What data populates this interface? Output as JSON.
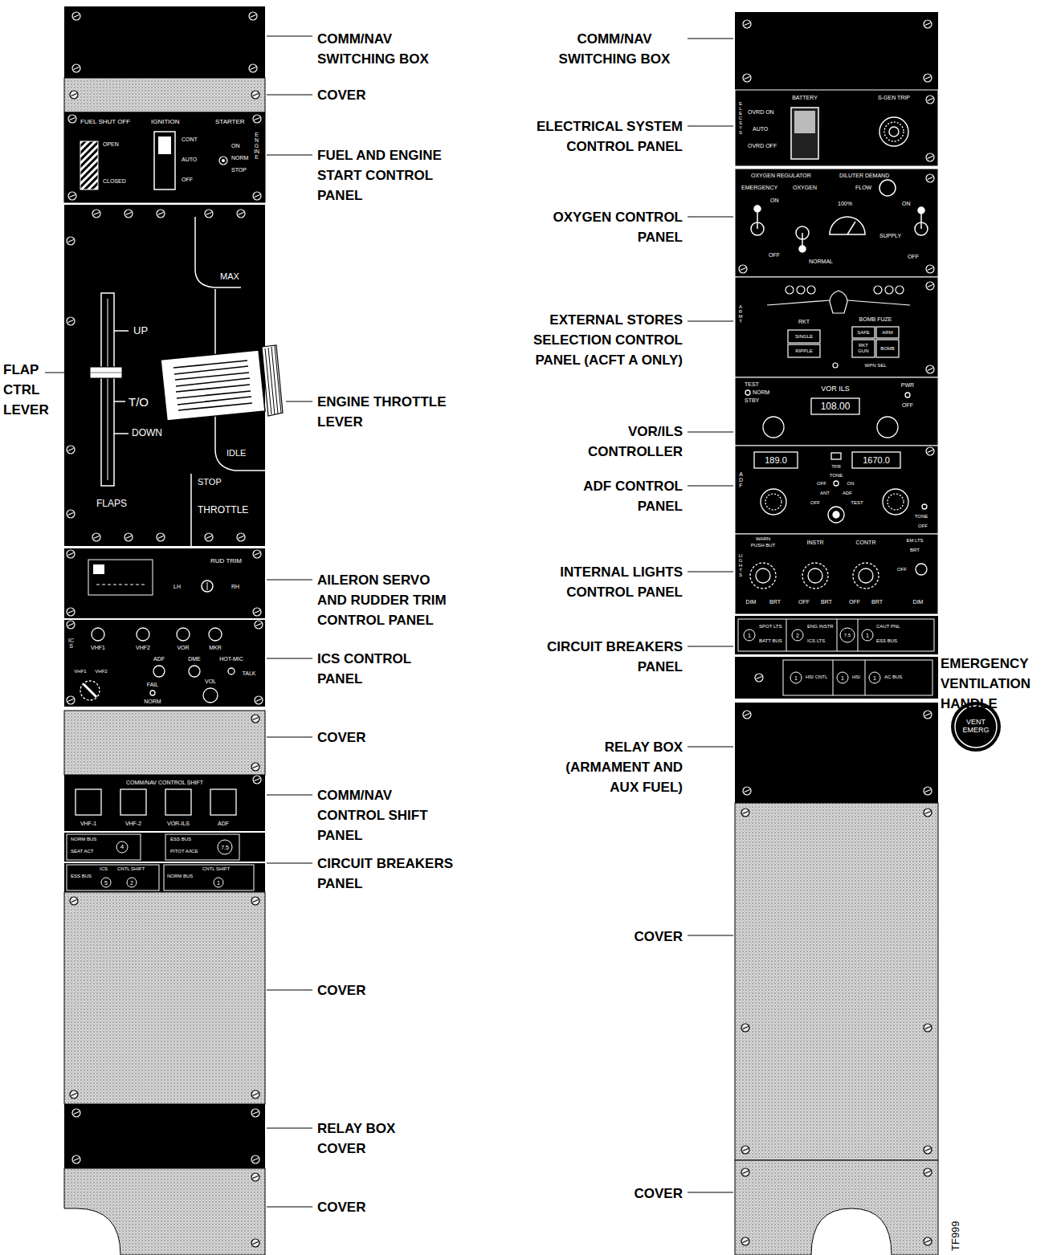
{
  "diagram": {
    "nodes": [
      {
        "text": [
          "FUEL SHUT OFF",
          "OPEN",
          "CLOSED",
          "IGNITION",
          "CONT",
          "AUTO",
          "OFF",
          "STARTER",
          "ON",
          "NORM",
          "STOP",
          "ENGINE"
        ]
      },
      {
        "text": [
          "UP",
          "T/O",
          "DOWN",
          "FLAPS",
          "MAX",
          "IDLE",
          "STOP",
          "THROTTLE"
        ]
      },
      {
        "text": [
          "RUD TRIM",
          "LH",
          "RH"
        ]
      },
      {
        "text": [
          "ICS",
          "VHF1",
          "VHF2",
          "VOR",
          "MKR",
          "ADF",
          "DME",
          "HOT-MIC",
          "TALK",
          "VHF1",
          "VHF2",
          "FAIL",
          "NORM",
          "VOL"
        ]
      },
      {
        "text": [
          "COMM/NAV CONTROL SHIFT",
          "VHF-1",
          "VHF-2",
          "VOR-ILS",
          "ADF"
        ]
      },
      {
        "text": [
          "NORM BUS",
          "SEAT ACT",
          "4",
          "ESS BUS",
          "PITOT A/ICE",
          "7.5"
        ]
      },
      {
        "text": [
          "ESS BUS",
          "ICS",
          "5",
          "CNTL SHIFT",
          "2",
          "NORM BUS",
          "CNTL SHIFT",
          "1"
        ]
      },
      {
        "text": [
          "ELEC SYS",
          "BATTERY",
          "S-GEN TRIP",
          "OVRD ON",
          "AUTO",
          "OVRD OFF"
        ]
      },
      {
        "text": [
          "OXYGEN REGULATOR",
          "DILUTER DEMAND",
          "EMERGENCY",
          "OXYGEN",
          "FLOW",
          "ON",
          "100%",
          "ON",
          "OFF",
          "NORMAL",
          "SUPPLY",
          "OFF"
        ]
      },
      {
        "text": [
          "ARMT",
          "RKT",
          "BOMB FUZE",
          "SINGLE",
          "RIPPLE",
          "SAFE",
          "ARM",
          "RKT GUN",
          "BOMB",
          "WPN SEL"
        ]
      },
      {
        "text": [
          "TEST",
          "NORM",
          "STBY",
          "VOR ILS",
          "108.00",
          "PWR",
          "OFF"
        ]
      },
      {
        "text": [
          "ADF",
          "189.0",
          "TFR",
          "1670.0",
          "TONE",
          "OFF",
          "ON",
          "ANT",
          "ADF",
          "OFF",
          "TEST",
          "TONE",
          "OFF"
        ]
      },
      {
        "text": [
          "LIGHTS",
          "WARN",
          "PUSH BUT",
          "INSTR",
          "CONTR",
          "EM LTS",
          "BRT",
          "OFF",
          "DIM",
          "BRT",
          "OFF",
          "BRT",
          "OFF",
          "BRT",
          "DIM"
        ]
      },
      {
        "text": [
          "1",
          "SPOT LTS",
          "BATT BUS",
          "2",
          "ENG INSTR",
          "7.5",
          "ICS LTS",
          "1",
          "CAUT PNL",
          "ESS BUS"
        ]
      },
      {
        "text": [
          "1",
          "HSI CNTL",
          "1",
          "HSI",
          "1",
          "AC BUS"
        ]
      },
      {
        "text": [
          "VENT EMERG"
        ]
      }
    ],
    "labels": [
      "COMM/NAV SWITCHING BOX",
      "COVER",
      "FUEL AND ENGINE START CONTROL PANEL",
      "FLAP CTRL LEVER",
      "ENGINE THROTTLE LEVER",
      "AILERON SERVO AND RUDDER TRIM CONTROL PANEL",
      "ICS CONTROL PANEL",
      "COVER",
      "COMM/NAV CONTROL SHIFT PANEL",
      "CIRCUIT BREAKERS PANEL",
      "COVER",
      "RELAY BOX COVER",
      "COVER",
      "COMM/NAV SWITCHING BOX",
      "ELECTRICAL SYSTEM CONTROL PANEL",
      "OXYGEN CONTROL PANEL",
      "EXTERNAL STORES SELECTION CONTROL PANEL (ACFT A ONLY)",
      "VOR/ILS CONTROLLER",
      "ADF CONTROL PANEL",
      "INTERNAL LIGHTS CONTROL PANEL",
      "CIRCUIT BREAKERS PANEL",
      "EMERGENCY VENTILATION HANDLE",
      "RELAY BOX (ARMAMENT AND AUX FUEL)",
      "COVER",
      "COVER",
      "TF999"
    ]
  }
}
